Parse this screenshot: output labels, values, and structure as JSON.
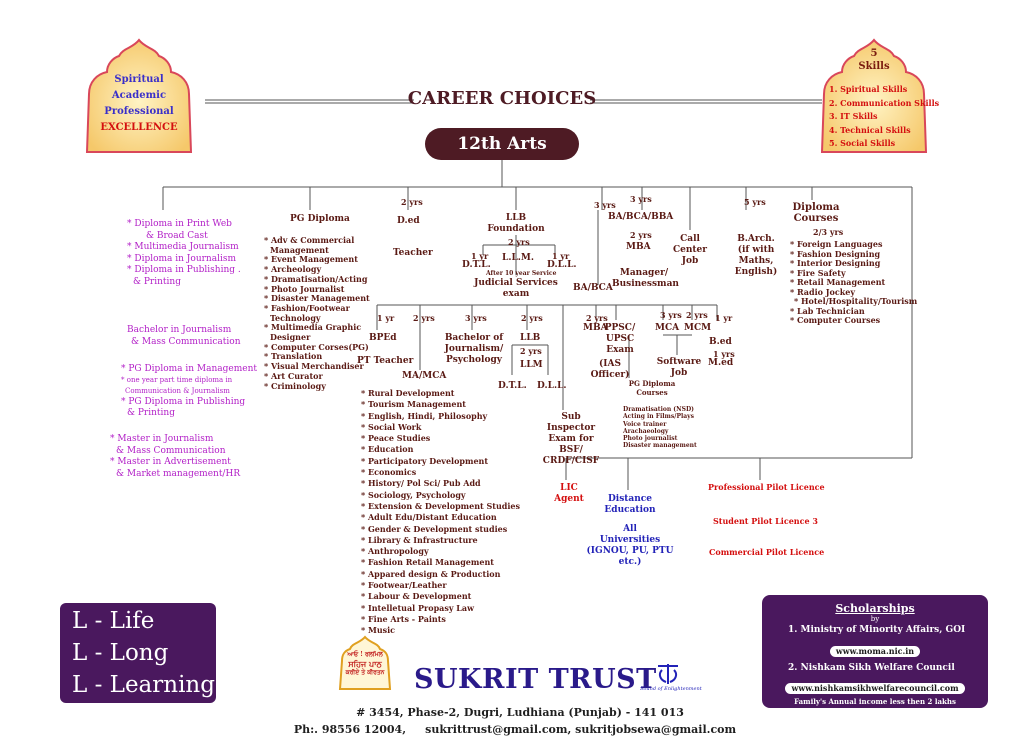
{
  "header": {
    "title": "CAREER CHOICES",
    "stream": "12th Arts",
    "badge_left": [
      "Spiritual",
      "Academic",
      "Professional",
      "EXCELLENCE"
    ],
    "skills_title": [
      "5",
      "Skills"
    ],
    "skills": [
      "1. Spiritual Skills",
      "2. Communication Skills",
      "3. IT Skills",
      "4. Technical Skills",
      "5. Social Skills"
    ]
  },
  "diplomas_left": {
    "group1": [
      "* Diploma in Print Web",
      "& Broad Cast",
      "* Multimedia Journalism",
      "* Diploma in Journalism",
      "* Diploma in Publishing .",
      "& Printing"
    ],
    "group2": [
      "Bachelor in Journalism",
      "& Mass Communication"
    ],
    "group3": [
      "* PG Diploma in Management",
      "* one year part time diploma in",
      "Communication & Journalism",
      "* PG Diploma in Publishing",
      "& Printing"
    ],
    "group4": [
      "* Master in Journalism",
      "& Mass Communication",
      "* Master in Advertisement",
      "& Market management/HR"
    ]
  },
  "pg_diploma": {
    "title": "PG Diploma",
    "items": [
      "* Adv & Commercial",
      "Management",
      "* Event Management",
      "* Archeology",
      "* Dramatisation/Acting",
      "* Photo Journalist",
      "* Disaster Management",
      "* Fashion/Footwear",
      "Technology",
      "* Multimedia Graphic",
      "Designer",
      "* Computer Corses(PG)",
      "* Translation",
      "* Visual Merchandiser",
      "* Art Curator",
      "* Criminology"
    ]
  },
  "ded": {
    "duration": "2 yrs",
    "name": "D.ed",
    "result": "Teacher"
  },
  "llb": {
    "name": [
      "LLB",
      "Foundation"
    ],
    "duration": "2 yrs",
    "llm": "L.L.M.",
    "dtl_dur": "1 yr",
    "dtl": "D.T.L.",
    "dll_dur": "1 yr",
    "dll": "D.L.L.",
    "after": "After 10 year Service",
    "judicial": [
      "Judicial Services",
      "exam"
    ]
  },
  "ba_bca": {
    "dur": "3 yrs",
    "dur2": "3 yrs",
    "name": "BA/BCA/BBA",
    "mba_dur": "2 yrs",
    "mba": "MBA",
    "manager": [
      "Manager/",
      "Businessman"
    ],
    "bottom": "BA/BCA"
  },
  "call_center": [
    "Call",
    "Center",
    "Job"
  ],
  "barch": {
    "dur": "5 yrs",
    "name": [
      "B.Arch.",
      "(if with Maths,",
      "English)"
    ]
  },
  "diploma_courses": {
    "title": [
      "Diploma",
      "Courses"
    ],
    "dur": "2/3 yrs",
    "items": [
      "* Foreign Languages",
      "* Fashion Designing",
      "* Interior Designing",
      "* Fire Safety",
      "* Retail Management",
      "* Radio Jockey",
      "* Hotel/Hospitality/Tourism",
      "* Lab Technician",
      "* Computer Courses"
    ]
  },
  "second_row": {
    "bped_dur": "1 yr",
    "bped": "BPEd",
    "pt": "PT Teacher",
    "mama_dur": "2 yrs",
    "mama": "MA/MCA",
    "bjp_dur": "3 yrs",
    "bjp": [
      "Bachelor of",
      "Journalism/",
      "Psychology"
    ],
    "llb2_dur": "2 yrs",
    "llb2": "LLB",
    "llm2_dur": "2 yrs",
    "llm2": "LLM",
    "dtl2": "D.T.L.",
    "dll2": "D.L.L.",
    "mba2_dur": "2 yrs",
    "mba2": "MBA",
    "ppsc": [
      "PPSC/",
      "UPSC",
      "Exam"
    ],
    "ias": [
      "(IAS",
      "Officer)"
    ],
    "mca_dur": "3 yrs",
    "mca": "MCA",
    "mcm_dur": "2 yrs",
    "mcm": "MCM",
    "software": [
      "Software",
      "Job"
    ],
    "bed_dur": "1 yr",
    "bed": "B.ed",
    "med_dur": "1 yrs",
    "med": "M.ed",
    "pgdip": [
      "PG Diploma",
      "Courses"
    ],
    "pgdip_items": [
      "Dramatisation (NSD)",
      "Acting in Films/Plays",
      "Voice trainer",
      "Arachaeology",
      "Photo journalist",
      "Disaster management"
    ],
    "subinsp": [
      "Sub Inspector",
      "Exam for BSF/",
      "CRDF/CISF"
    ]
  },
  "ma_subjects": [
    "* Rural Development",
    "* Tourism Management",
    "* English, Hindi, Philosophy",
    "* Social Work",
    "* Peace Studies",
    "* Education",
    "* Participatory Development",
    "* Economics",
    "* History/ Pol Sci/ Pub Add",
    "* Sociology, Psychology",
    "* Extension & Development Studies",
    "* Adult Edu/Distant Education",
    "* Gender & Development studies",
    "* Library & Infrastructure",
    "* Anthropology",
    "* Fashion Retail Management",
    "* Appared design & Production",
    "* Footwear/Leather",
    "* Labour & Development",
    "* Intelletual Propasy Law",
    "* Fine Arts - Paints",
    "* Music"
  ],
  "bottom_branch": {
    "lic": [
      "LIC",
      "Agent"
    ],
    "distance": [
      "Distance",
      "Education"
    ],
    "all_uni": [
      "All",
      "Universities",
      "(IGNOU, PU, PTU etc.)"
    ],
    "pilot": [
      "Professional Pilot Licence",
      "Student Pilot Licence 3",
      "Commercial Pilot Licence"
    ]
  },
  "lll": [
    "L  - Life",
    "L - Long",
    "L - Learning"
  ],
  "scholarships": {
    "title": "Scholarships",
    "by": "by",
    "s1": "1.  Ministry of Minority Affairs, GOI",
    "s1_url": "www.moma.nic.in",
    "s2": "2.  Nishkam Sikh Welfare Council",
    "s2_url": "www.nishkamsikhwelfarecouncil.com",
    "note": "Family's Annual income less then 2 lakhs"
  },
  "footer": {
    "trust": "SUKRIT TRUST",
    "address": "# 3454, Phase-2, Dugri, Ludhiana (Punjab) - 141 013",
    "contact": "Ph:. 98556 12004,     sukrittrust@gmail.com, sukritjobsewa@gmail.com",
    "logo_text": [
      "ਆਓ ! ਰਲਮਿਲ",
      "ਸਹਿਜ ਪਾਠ",
      "ਕਰੀਏ ਤੇ ਕੀਰਤਨ"
    ],
    "right_logo_caption": "Sound of Enlightenment"
  },
  "colors": {
    "maroon": "#4e1b24",
    "purple": "#4a185e",
    "magenta": "#b21fc7",
    "red": "#d40f0f",
    "blue": "#2323b8",
    "text": "#5a1a14"
  }
}
